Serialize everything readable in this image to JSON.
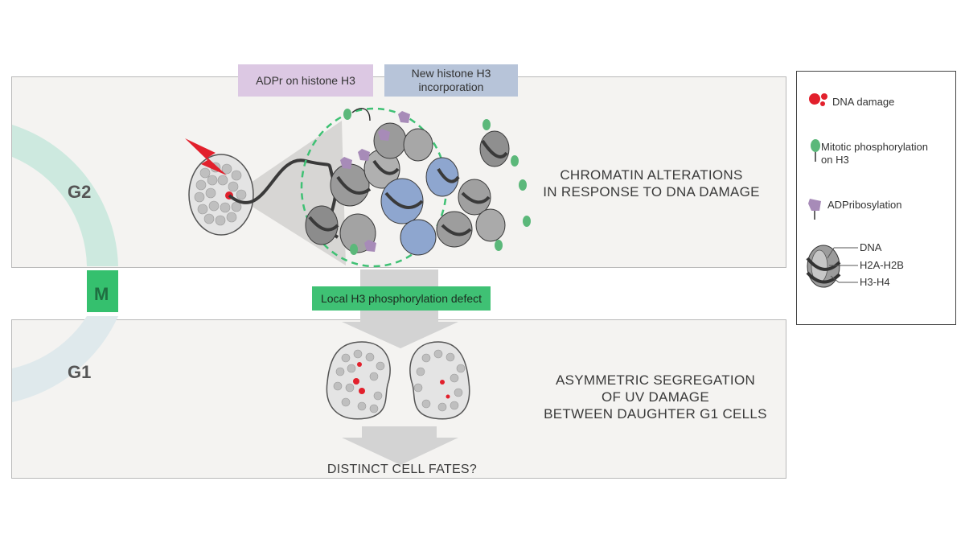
{
  "labels": {
    "adpr": "ADPr on histone H3",
    "new_h3": "New histone H3 incorporation",
    "chromatin_line1": "CHROMATIN ALTERATIONS",
    "chromatin_line2": "IN RESPONSE TO DNA DAMAGE",
    "local_defect": "Local H3 phosphorylation defect",
    "asym_line1": "ASYMMETRIC SEGREGATION",
    "asym_line2": "OF UV DAMAGE",
    "asym_line3": "BETWEEN DAUGHTER G1 CELLS",
    "fates": "DISTINCT CELL FATES?"
  },
  "phases": {
    "g2": "G2",
    "m": "M",
    "g1": "G1"
  },
  "legend": {
    "dna_damage": "DNA damage",
    "mitotic_line1": "Mitotic phosphorylation",
    "mitotic_line2": "on H3",
    "adp": "ADPribosylation",
    "dna": "DNA",
    "h2a_h2b": "H2A-H2B",
    "h3_h4": "H3-H4"
  },
  "colors": {
    "panel_bg": "#f4f3f1",
    "adpr_box": "#dcc8e3",
    "new_h3_box": "#b7c4d9",
    "defect_box": "#3fc174",
    "g2_arc": "#cde9df",
    "m_arc": "#35c06e",
    "g1_arc": "#dfe9ec",
    "damage_red": "#e2202c",
    "phospho_green": "#5bb87a",
    "adp_purple": "#a78bb8",
    "new_histone_blue": "#8ea6cf"
  }
}
